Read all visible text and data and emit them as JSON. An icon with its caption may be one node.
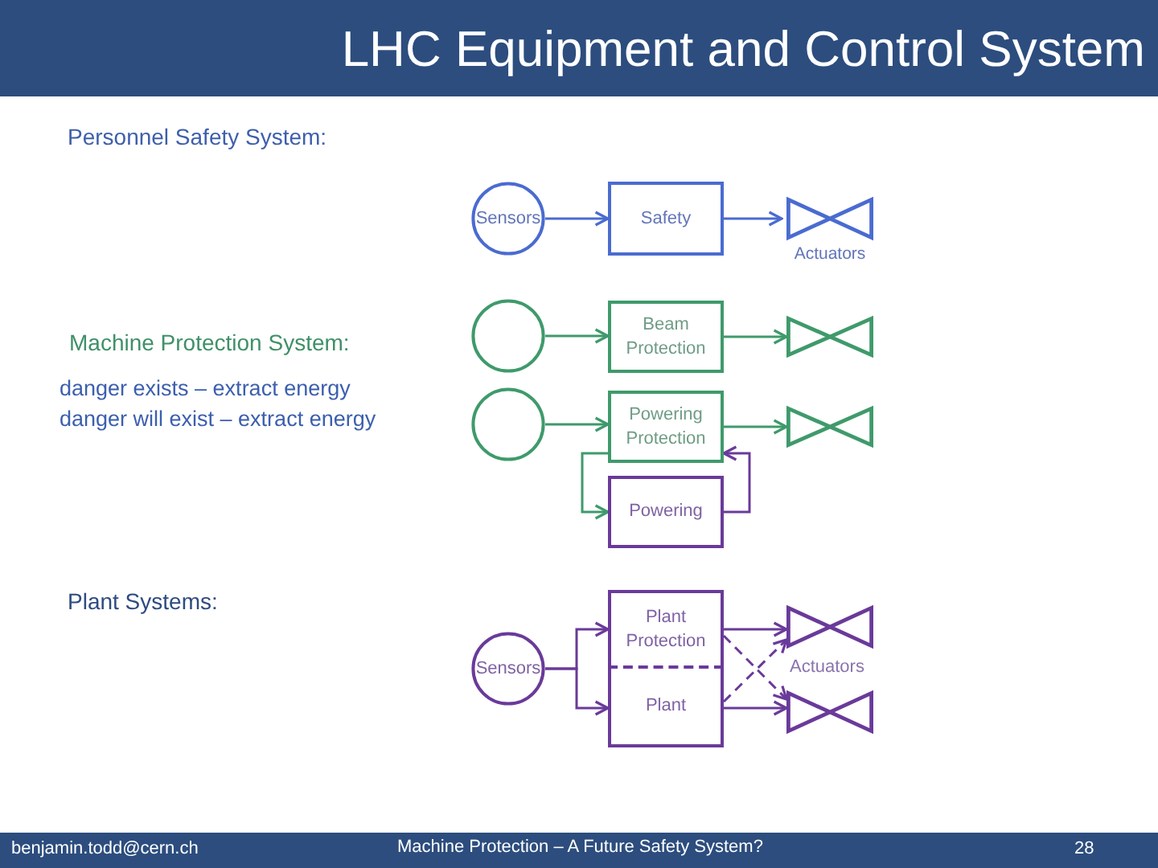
{
  "diagram": {
    "title": "LHC Equipment and Control System",
    "nodes": [
      {
        "text": [
          "Sensors"
        ]
      },
      {
        "text": [
          "Safety"
        ]
      },
      {
        "text": [
          "Actuators"
        ]
      },
      {
        "text": [],
        "shape": "circle"
      },
      {
        "text": [
          "Beam Protection"
        ]
      },
      {
        "text": [],
        "shape": "valve"
      },
      {
        "text": [],
        "shape": "circle"
      },
      {
        "text": [
          "Powering Protection"
        ]
      },
      {
        "text": [],
        "shape": "valve"
      },
      {
        "text": [
          "Powering"
        ]
      },
      {
        "text": [
          "Sensors"
        ]
      },
      {
        "text": [
          "Plant Protection"
        ]
      },
      {
        "text": [
          "Plant"
        ]
      },
      {
        "text": [],
        "shape": "valve"
      },
      {
        "text": [],
        "shape": "valve"
      }
    ],
    "edges": [
      {
        "from": 0,
        "to": 1,
        "arrow": "to",
        "color": "#4a6bd0"
      },
      {
        "from": 1,
        "to": 2,
        "arrow": "to",
        "color": "#4a6bd0"
      },
      {
        "from": 3,
        "to": 4,
        "arrow": "to",
        "color": "#3f9a6b"
      },
      {
        "from": 4,
        "to": 5,
        "arrow": "to",
        "color": "#3f9a6b"
      },
      {
        "from": 6,
        "to": 7,
        "arrow": "to",
        "color": "#3f9a6b"
      },
      {
        "from": 7,
        "to": 8,
        "arrow": "to",
        "color": "#3f9a6b"
      },
      {
        "from": 7,
        "to": 9,
        "arrow": "to",
        "color": "#3f9a6b"
      },
      {
        "from": 9,
        "to": 7,
        "arrow": "to"
      },
      {
        "from": 10,
        "to": 11,
        "arrow": "to"
      },
      {
        "from": 10,
        "to": 12,
        "arrow": "to"
      },
      {
        "from": 11,
        "to": 13,
        "arrow": "to"
      },
      {
        "from": 11,
        "to": 14,
        "arrow": "to",
        "style": "dashed"
      },
      {
        "from": 12,
        "to": 13,
        "arrow": "to",
        "style": "dashed"
      },
      {
        "from": 12,
        "to": 14,
        "arrow": "to"
      }
    ],
    "labels": [
      "Personnel Safety System:",
      "Machine Protection System:",
      "danger exists – extract energy",
      "danger will exist – extract energy",
      "Plant Systems:",
      "Actuators",
      "benjamin.todd@cern.ch",
      "Machine Protection – A Future Safety System?",
      "28"
    ]
  }
}
